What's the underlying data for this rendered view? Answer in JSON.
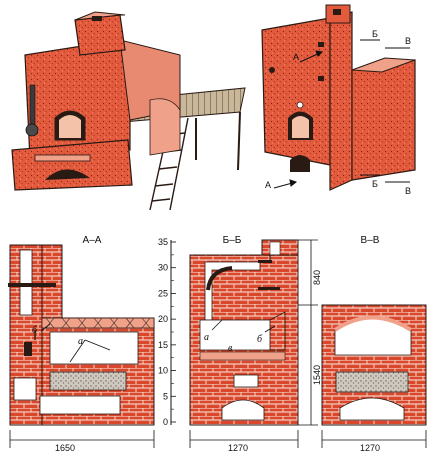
{
  "views": {
    "section_aa": {
      "title": "А–А",
      "width_dim": "1650",
      "labels": {
        "a": "а",
        "b": "б"
      }
    },
    "section_bb": {
      "title": "Б–Б",
      "width_dim": "1270",
      "labels": {
        "a": "а",
        "b": "б",
        "v": "в"
      },
      "dim_upper": "840",
      "dim_lower": "1540"
    },
    "section_vv": {
      "title": "В–В",
      "width_dim": "1270"
    },
    "top_right": {
      "cut_markers": [
        "А",
        "Б",
        "В",
        "А",
        "Б",
        "В"
      ]
    }
  },
  "scale": {
    "ticks": [
      "35",
      "30",
      "25",
      "20",
      "15",
      "10",
      "5",
      "0"
    ]
  },
  "colors": {
    "brick": "#d9472c",
    "brick_light": "#f0a189",
    "mortar": "#f6d3c4",
    "outline": "#2a1a14",
    "wood": "#c9b79a",
    "fill_grey": "#c8c2ba"
  }
}
